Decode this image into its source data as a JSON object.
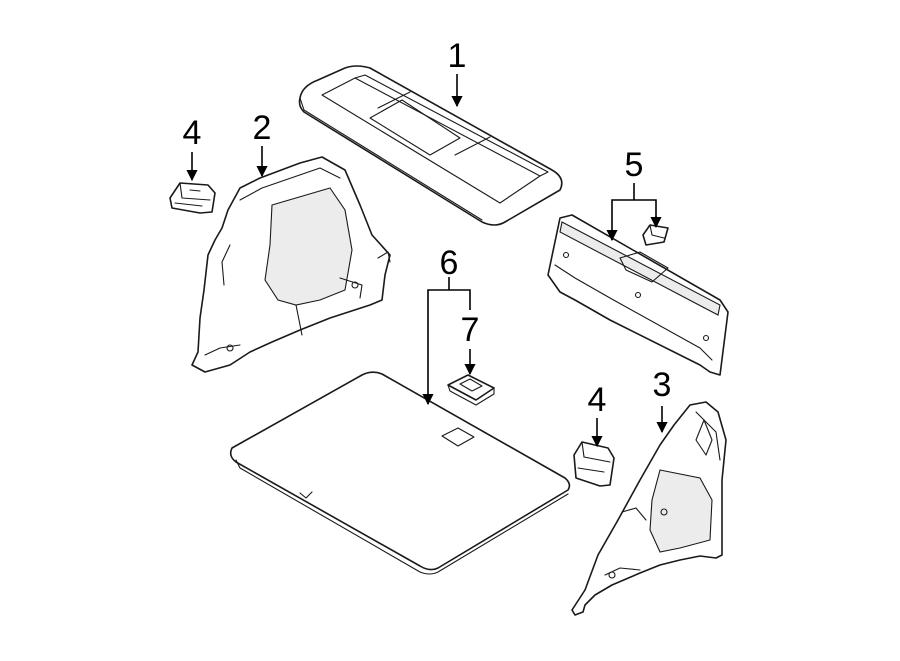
{
  "diagram": {
    "callouts": [
      {
        "id": "c1",
        "label": "1"
      },
      {
        "id": "c2",
        "label": "2"
      },
      {
        "id": "c3",
        "label": "3"
      },
      {
        "id": "c4a",
        "label": "4"
      },
      {
        "id": "c4b",
        "label": "4"
      },
      {
        "id": "c5",
        "label": "5"
      },
      {
        "id": "c6",
        "label": "6"
      },
      {
        "id": "c7",
        "label": "7"
      }
    ],
    "colors": {
      "line": "#1a1a1a",
      "background": "#ffffff",
      "shade": "#ececec"
    }
  }
}
